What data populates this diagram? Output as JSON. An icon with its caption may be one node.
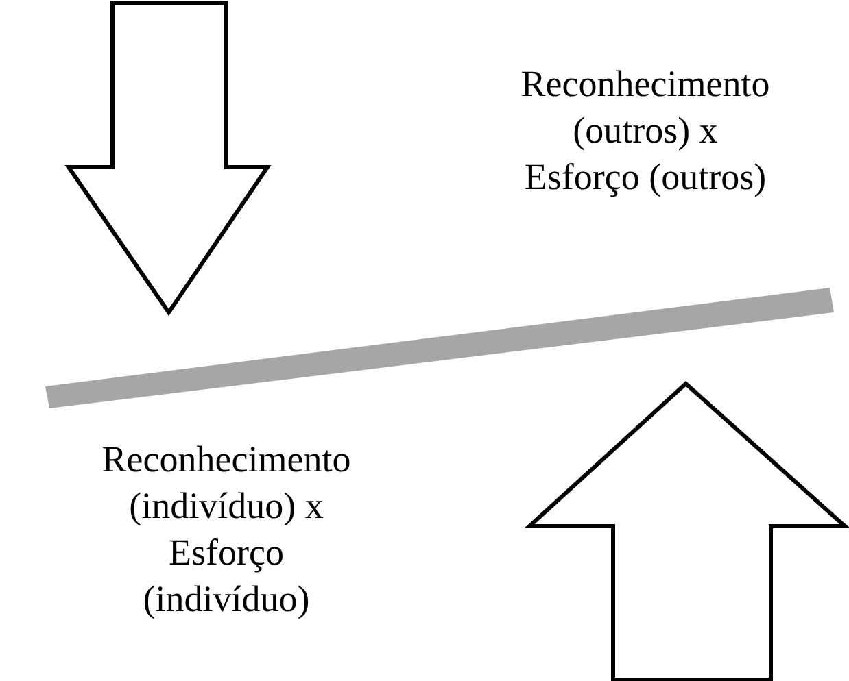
{
  "diagram": {
    "nodes": [
      {
        "text": [],
        "shape": "bar"
      }
    ],
    "labels": [
      "Reconhecimento (outros) x Esforço (outros)",
      "Reconhecimento (indivíduo) x Esforço (indivíduo)"
    ]
  }
}
